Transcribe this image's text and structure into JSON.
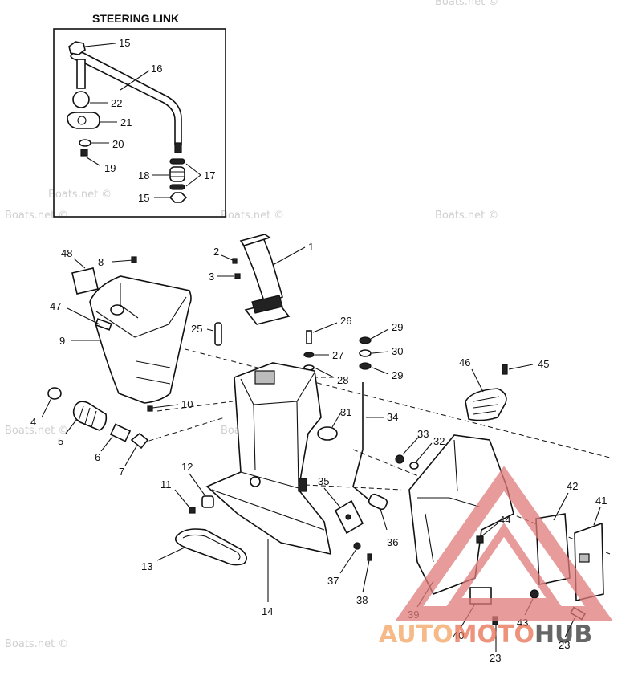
{
  "title": "STEERING LINK",
  "watermark": "Boats.net ©",
  "logo": {
    "part1": "AUTO",
    "part2": "MOTO",
    "part3": "HUB"
  },
  "labels": {
    "l15a": "15",
    "l16": "16",
    "l22": "22",
    "l21": "21",
    "l20": "20",
    "l19": "19",
    "l18": "18",
    "l17": "17",
    "l15b": "15",
    "l48": "48",
    "l8": "8",
    "l2": "2",
    "l3": "3",
    "l1": "1",
    "l47": "47",
    "l9": "9",
    "l25": "25",
    "l26": "26",
    "l27": "27",
    "l28": "28",
    "l29a": "29",
    "l30": "30",
    "l29b": "29",
    "l46": "46",
    "l45": "45",
    "l10": "10",
    "l4": "4",
    "l5": "5",
    "l6": "6",
    "l7": "7",
    "l31": "31",
    "l34": "34",
    "l33": "33",
    "l32": "32",
    "l12": "12",
    "l11": "11",
    "l35": "35",
    "l42": "42",
    "l41": "41",
    "l44": "44",
    "l13": "13",
    "l36": "36",
    "l37": "37",
    "l38": "38",
    "l14": "14",
    "l39": "39",
    "l43": "43",
    "l40": "40",
    "l23a": "23",
    "l23b": "23"
  }
}
